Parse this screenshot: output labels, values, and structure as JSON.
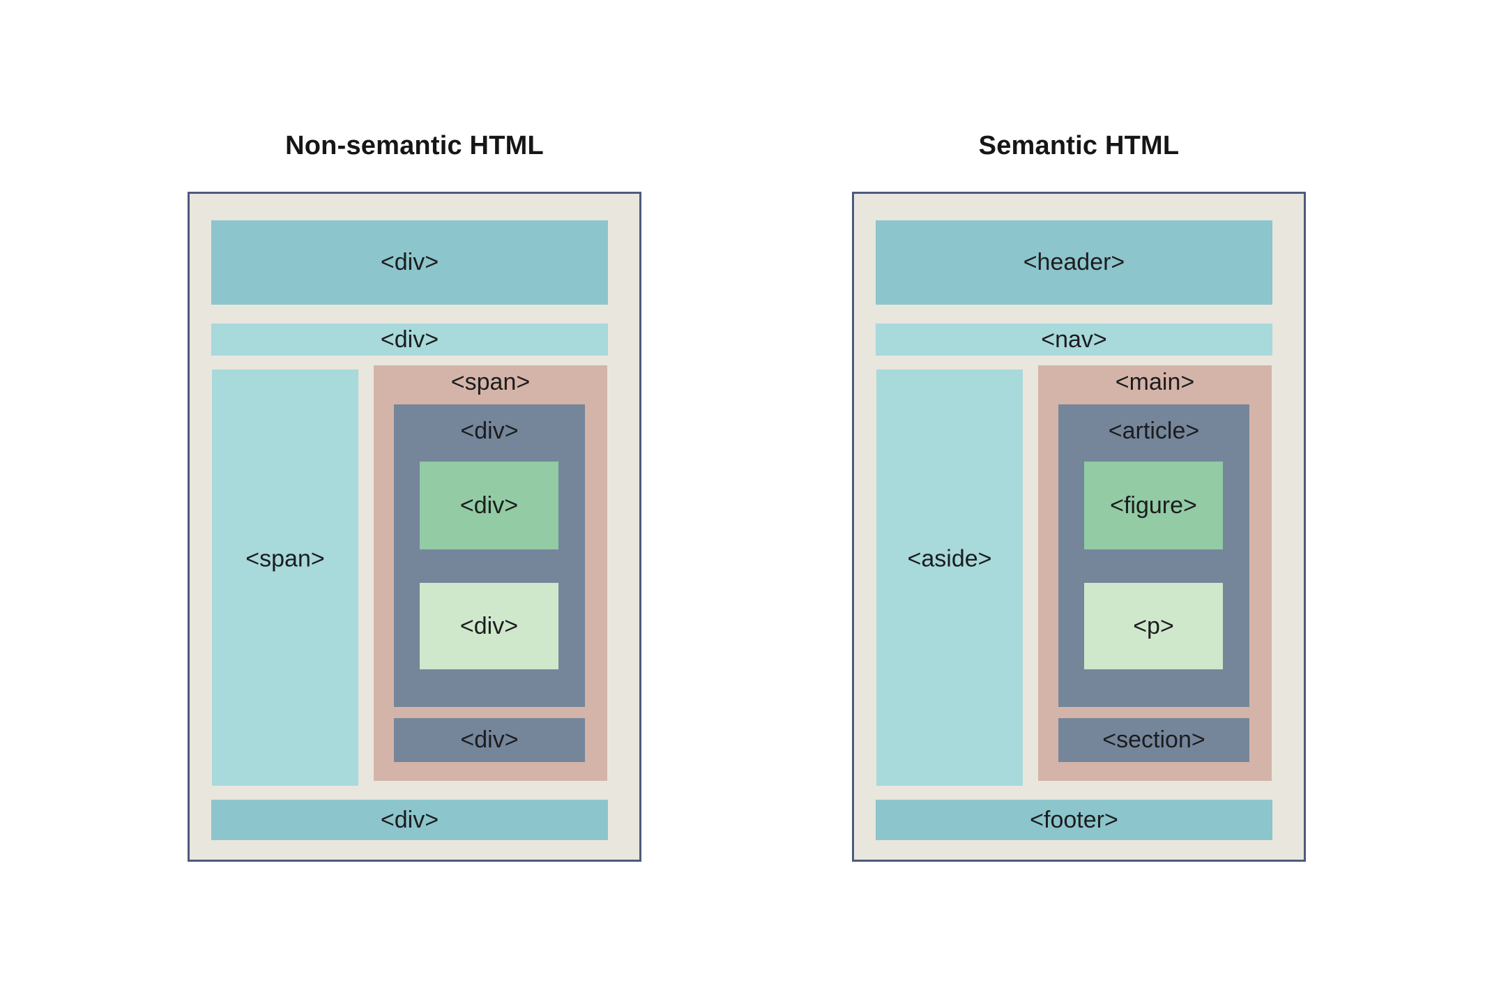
{
  "palette": {
    "pageBg": "#ffffff",
    "beige": "#e9e6de",
    "border": "#4d5a7d",
    "teal": "#8cc5cb",
    "cyan": "#a8d9db",
    "pink": "#d4b4a8",
    "slate": "#75869b",
    "green": "#92cba4",
    "lightGreen": "#cfe8cc",
    "text": "#1c1c1e",
    "titleText": "#161616"
  },
  "panels": [
    {
      "id": "non-semantic",
      "title": "Non-semantic HTML",
      "header_label": "<div>",
      "nav_label": "<div>",
      "aside_label": "<span>",
      "main_label": "<span>",
      "article_label": "<div>",
      "figure_label": "<div>",
      "p_label": "<div>",
      "section_label": "<div>",
      "footer_label": "<div>"
    },
    {
      "id": "semantic",
      "title": "Semantic HTML",
      "header_label": "<header>",
      "nav_label": "<nav>",
      "aside_label": "<aside>",
      "main_label": "<main>",
      "article_label": "<article>",
      "figure_label": "<figure>",
      "p_label": "<p>",
      "section_label": "<section>",
      "footer_label": "<footer>"
    }
  ]
}
